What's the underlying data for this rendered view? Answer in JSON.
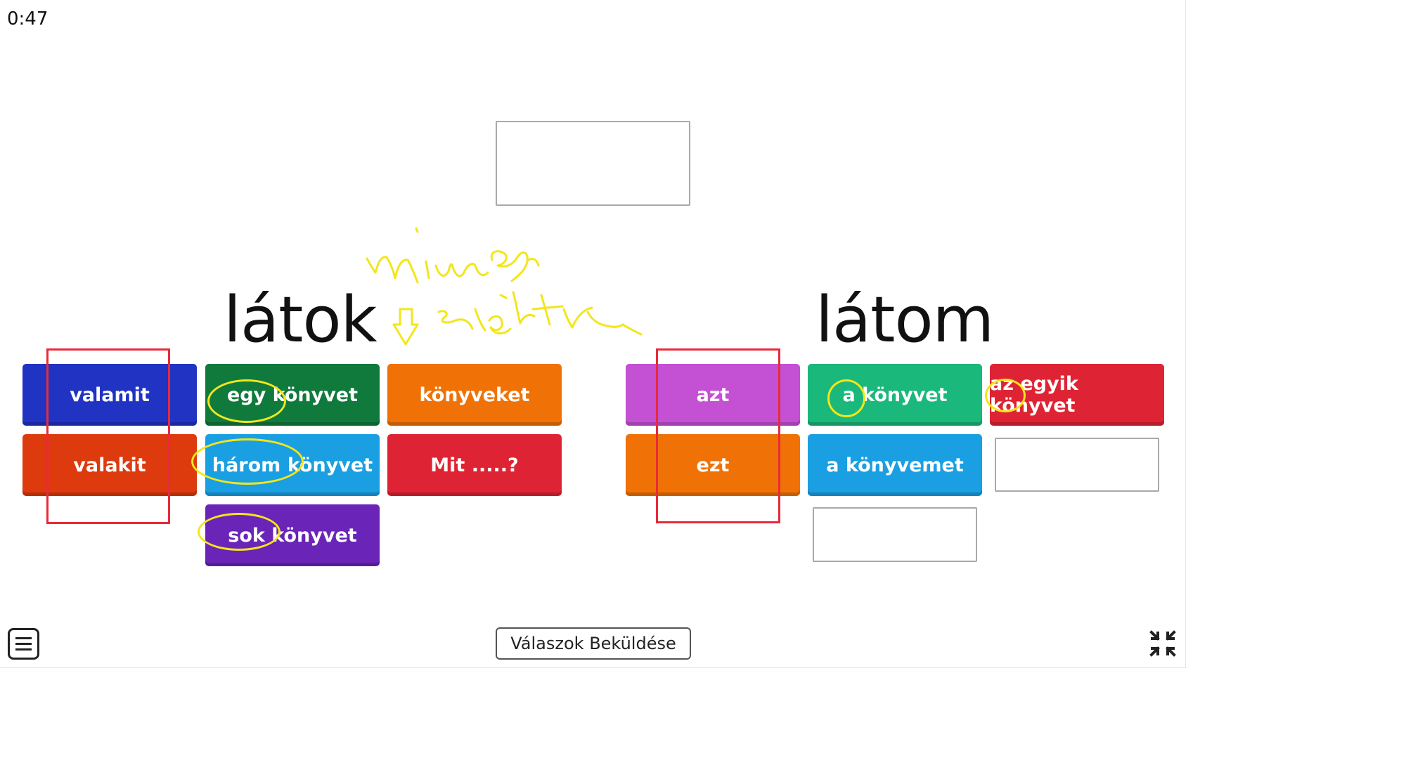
{
  "timer": "0:47",
  "headings": {
    "left": "látok",
    "right": "látom"
  },
  "left_cards": [
    {
      "label": "valamit",
      "color": "#2133c2"
    },
    {
      "label": "valakit",
      "color": "#dd3a0e"
    },
    {
      "label": "egy könyvet",
      "color": "#0f7a3c"
    },
    {
      "label": "három könyvet",
      "color": "#1a9fe2"
    },
    {
      "label": "sok könyvet",
      "color": "#6a25b8"
    },
    {
      "label": "könyveket",
      "color": "#f07207"
    },
    {
      "label": "Mit .....?",
      "color": "#de2434"
    }
  ],
  "right_cards": [
    {
      "label": "azt",
      "color": "#c450d4"
    },
    {
      "label": "ezt",
      "color": "#f07207"
    },
    {
      "label": "a könyvet",
      "color": "#1bb87c"
    },
    {
      "label": "a könyvemet",
      "color": "#1a9fe2"
    },
    {
      "label": "az egyik könyvet",
      "color": "#de2434"
    }
  ],
  "submit_label": "Válaszok Beküldése",
  "icons": {
    "menu": "menu-icon",
    "shrink": "collapse-icon",
    "arrow": "arrow-down-icon"
  },
  "annotation_colors": {
    "rect": "#e82a3a",
    "scribble": "#f2e61b"
  }
}
